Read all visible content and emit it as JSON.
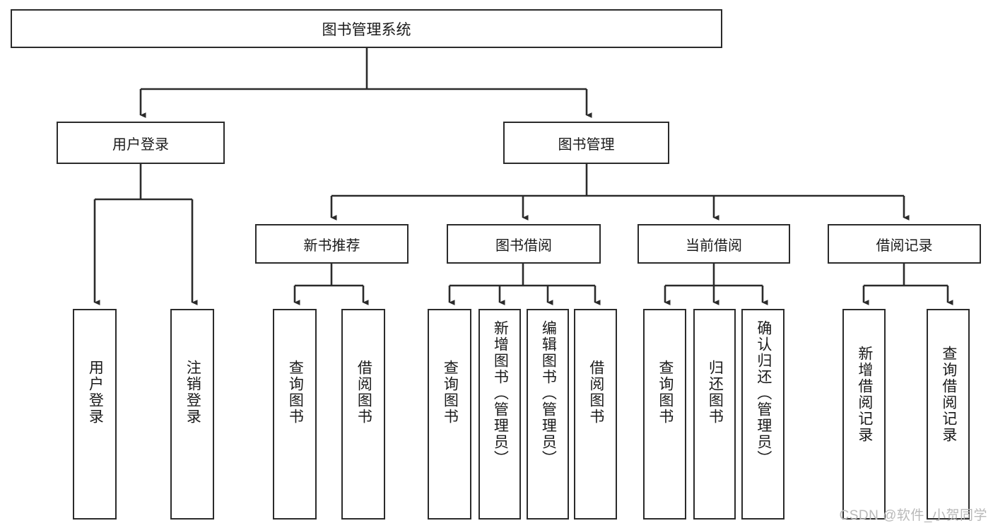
{
  "diagram": {
    "type": "tree",
    "title": "图书管理系统",
    "watermark": "CSDN @软件_小贺同学",
    "style": {
      "box_fill": "#ffffff",
      "box_stroke": "#2b2b2b",
      "line_color": "#2b2b2b",
      "text_color": "#1a1a1a",
      "watermark_color": "#b9b9b9",
      "background": "#ffffff"
    },
    "root": {
      "label": "图书管理系统"
    },
    "level1": [
      {
        "label": "用户登录"
      },
      {
        "label": "图书管理"
      }
    ],
    "level2": [
      {
        "label": "新书推荐"
      },
      {
        "label": "图书借阅"
      },
      {
        "label": "当前借阅"
      },
      {
        "label": "借阅记录"
      }
    ],
    "leaves": {
      "user_login": [
        {
          "label": "用户登录"
        },
        {
          "label": "注销登录"
        }
      ],
      "new_book_recommend": [
        {
          "label": "查询图书"
        },
        {
          "label": "借阅图书"
        }
      ],
      "book_borrow": [
        {
          "label": "查询图书"
        },
        {
          "label": "新增图书（管理员）"
        },
        {
          "label": "编辑图书（管理员）"
        },
        {
          "label": "借阅图书"
        }
      ],
      "current_borrow": [
        {
          "label": "查询图书"
        },
        {
          "label": "归还图书"
        },
        {
          "label": "确认归还（管理员）"
        }
      ],
      "borrow_record": [
        {
          "label": "新增借阅记录"
        },
        {
          "label": "查询借阅记录"
        }
      ]
    }
  }
}
